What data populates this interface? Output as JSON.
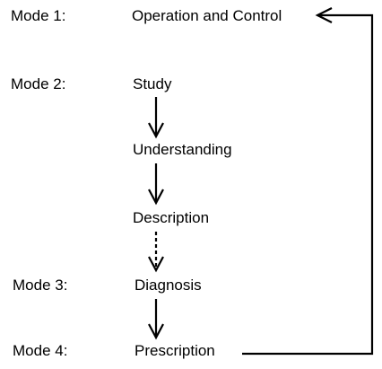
{
  "modes": [
    {
      "label": "Mode 1:"
    },
    {
      "label": "Mode 2:"
    },
    {
      "label": "Mode 3:"
    },
    {
      "label": "Mode 4:"
    }
  ],
  "steps": [
    {
      "label": "Operation and Control"
    },
    {
      "label": "Study"
    },
    {
      "label": "Understanding"
    },
    {
      "label": "Description"
    },
    {
      "label": "Diagnosis"
    },
    {
      "label": "Prescription"
    }
  ],
  "colors": {
    "text": "#000000",
    "line": "#000000",
    "background": "#ffffff"
  }
}
